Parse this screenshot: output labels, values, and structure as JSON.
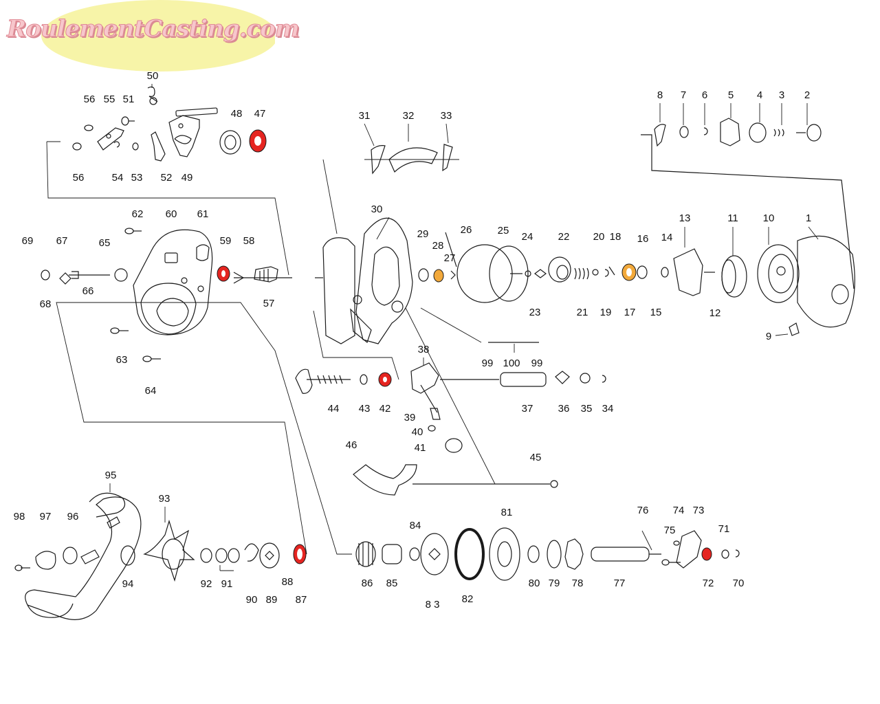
{
  "watermark": {
    "text": "RoulementCasting.com",
    "fill": "#f7f4a8",
    "text_color": "#f7c7cc"
  },
  "colors": {
    "bearing_red": "#e52521",
    "bearing_orange": "#f2a93b",
    "line": "#1a1a1a"
  },
  "parts": {
    "p1": "1",
    "p2": "2",
    "p3": "3",
    "p4": "4",
    "p5": "5",
    "p6": "6",
    "p7": "7",
    "p8": "8",
    "p9": "9",
    "p10": "10",
    "p11": "11",
    "p12": "12",
    "p13": "13",
    "p14": "14",
    "p15": "15",
    "p16": "16",
    "p17": "17",
    "p18": "18",
    "p19": "19",
    "p20": "20",
    "p21": "21",
    "p22": "22",
    "p23": "23",
    "p24": "24",
    "p25": "25",
    "p26": "26",
    "p27": "27",
    "p28": "28",
    "p29": "29",
    "p30": "30",
    "p31": "31",
    "p32": "32",
    "p33": "33",
    "p34": "34",
    "p35": "35",
    "p36": "36",
    "p37": "37",
    "p38": "38",
    "p39": "39",
    "p40": "40",
    "p41": "41",
    "p42": "42",
    "p43": "43",
    "p44": "44",
    "p45": "45",
    "p46": "46",
    "p47": "47",
    "p48": "48",
    "p49": "49",
    "p50": "50",
    "p51": "51",
    "p52": "52",
    "p53": "53",
    "p54": "54",
    "p55": "55",
    "p56": "56",
    "p57": "57",
    "p58": "58",
    "p59": "59",
    "p60": "60",
    "p61": "61",
    "p62": "62",
    "p63": "63",
    "p64": "64",
    "p65": "65",
    "p66": "66",
    "p67": "67",
    "p68": "68",
    "p69": "69",
    "p70": "70",
    "p71": "71",
    "p72": "72",
    "p73": "73",
    "p74": "74",
    "p75": "75",
    "p76": "76",
    "p77": "77",
    "p78": "78",
    "p79": "79",
    "p80": "80",
    "p81": "81",
    "p82": "82",
    "p83": "8 3",
    "p84": "84",
    "p85": "85",
    "p86": "86",
    "p87": "87",
    "p88": "88",
    "p89": "89",
    "p90": "90",
    "p91": "91",
    "p92": "92",
    "p93": "93",
    "p94": "94",
    "p95": "95",
    "p96": "96",
    "p97": "97",
    "p98": "98",
    "p99": "99",
    "p100": "100"
  }
}
